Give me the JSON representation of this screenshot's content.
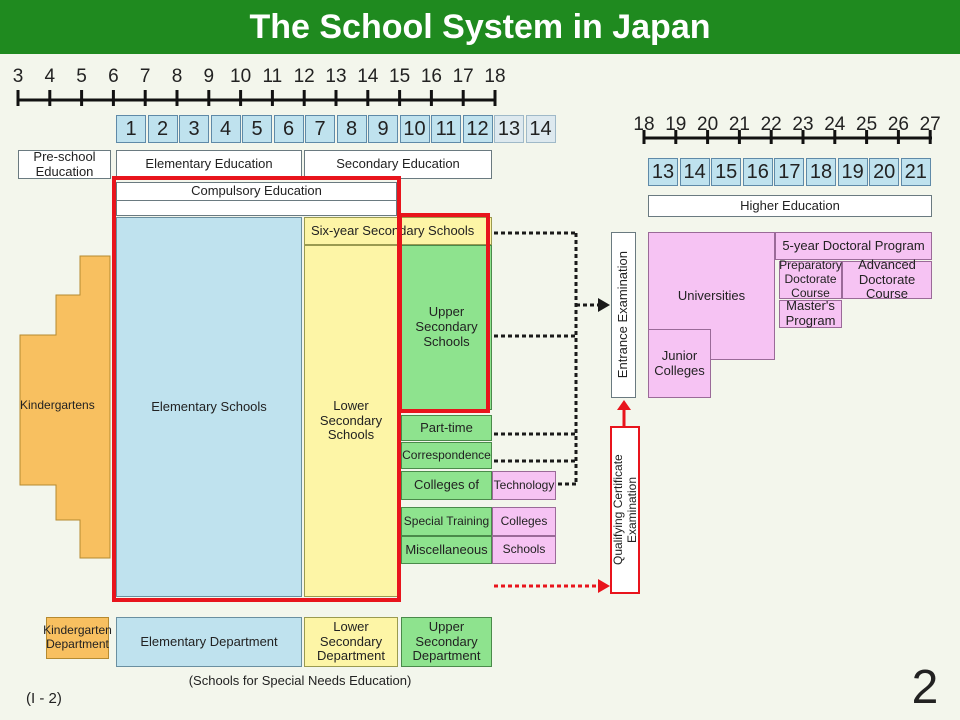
{
  "title": "The School System in Japan",
  "slide_number": "2",
  "ref": "(I - 2)",
  "ages_top": [
    "3",
    "4",
    "5",
    "6",
    "7",
    "8",
    "9",
    "10",
    "11",
    "12",
    "13",
    "14",
    "15",
    "16",
    "17",
    "18"
  ],
  "ages_right": [
    "18",
    "19",
    "20",
    "21",
    "22",
    "23",
    "24",
    "25",
    "26",
    "27"
  ],
  "grades_left": [
    "1",
    "2",
    "3",
    "4",
    "5",
    "6",
    "7",
    "8",
    "9",
    "10",
    "11",
    "12",
    "13",
    "14"
  ],
  "grades_right": [
    "13",
    "14",
    "15",
    "16",
    "17",
    "18",
    "19",
    "20",
    "21"
  ],
  "labels": {
    "preschool": "Pre-school Education",
    "elementary_edu": "Elementary Education",
    "secondary_edu": "Secondary Education",
    "higher_edu": "Higher Education",
    "compulsory": "Compulsory Education",
    "kindergartens": "Kindergartens",
    "elementary_schools": "Elementary Schools",
    "six_year": "Six-year Secondary Schools",
    "lower_secondary": "Lower Secondary Schools",
    "upper_secondary": "Upper Secondary Schools",
    "part_time": "Part-time",
    "correspondence": "Correspondence",
    "colleges_of": "Colleges of",
    "technology": "Technology",
    "special_training": "Special Training",
    "colleges": "Colleges",
    "miscellaneous": "Miscellaneous",
    "schools": "Schools",
    "entrance_exam": "Entrance Examination",
    "qualifying_exam": "Qualifying Certificate Examination",
    "universities": "Universities",
    "junior_colleges": "Junior Colleges",
    "doctoral_5yr": "5-year Doctoral Program",
    "prep_doctorate": "Preparatory Doctorate Course",
    "adv_doctorate": "Advanced Doctorate Course",
    "masters": "Master's Program",
    "kg_dept": "Kindergarten Department",
    "elem_dept": "Elementary Department",
    "lower_dept": "Lower Secondary Department",
    "upper_dept": "Upper Secondary Department",
    "special_needs": "(Schools for Special Needs Education)"
  },
  "colors": {
    "title_bar": "#1f8a1f",
    "highlight": "#e8141c",
    "elementary": "#bfe2ee",
    "lower_secondary": "#fdf5a6",
    "upper_secondary": "#8ee38e",
    "higher": "#f6c3f3",
    "kindergarten": "#f8c060"
  }
}
